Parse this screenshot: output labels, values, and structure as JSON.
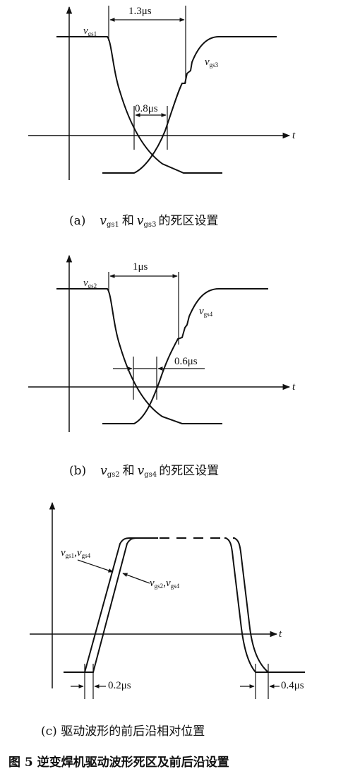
{
  "panel_a": {
    "t_label": "t",
    "vgs1": {
      "base": "v",
      "sub": "gs1"
    },
    "vgs3": {
      "base": "v",
      "sub": "gs3"
    },
    "dim_outer": "1.3μs",
    "dim_inner": "0.8μs",
    "caption": {
      "prefix": "(a)",
      "v1": "v",
      "s1": "gs1",
      "mid": "和",
      "v2": "v",
      "s2": "gs3",
      "suffix": "的死区设置"
    }
  },
  "panel_b": {
    "t_label": "t",
    "vgs2": {
      "base": "v",
      "sub": "gs2"
    },
    "vgs4": {
      "base": "v",
      "sub": "gs4"
    },
    "dim_outer": "1μs",
    "dim_inner": "0.6μs",
    "caption": {
      "prefix": "(b)",
      "v1": "v",
      "s1": "gs2",
      "mid": "和",
      "v2": "v",
      "s2": "gs4",
      "suffix": "的死区设置"
    }
  },
  "panel_c": {
    "t_label": "t",
    "label1": {
      "b1": "v",
      "s1": "gs1",
      "sep": ",",
      "b2": "v",
      "s2": "gs4"
    },
    "label2": {
      "b1": "v",
      "s1": "gs2",
      "sep": ",",
      "b2": "v",
      "s2": "gs4"
    },
    "dim_left": "0.2μs",
    "dim_right": "0.4μs",
    "caption": "(c)  驱动波形的前后沿相对位置"
  },
  "figure_caption": "图 5   逆变焊机驱动波形死区及前后沿设置"
}
